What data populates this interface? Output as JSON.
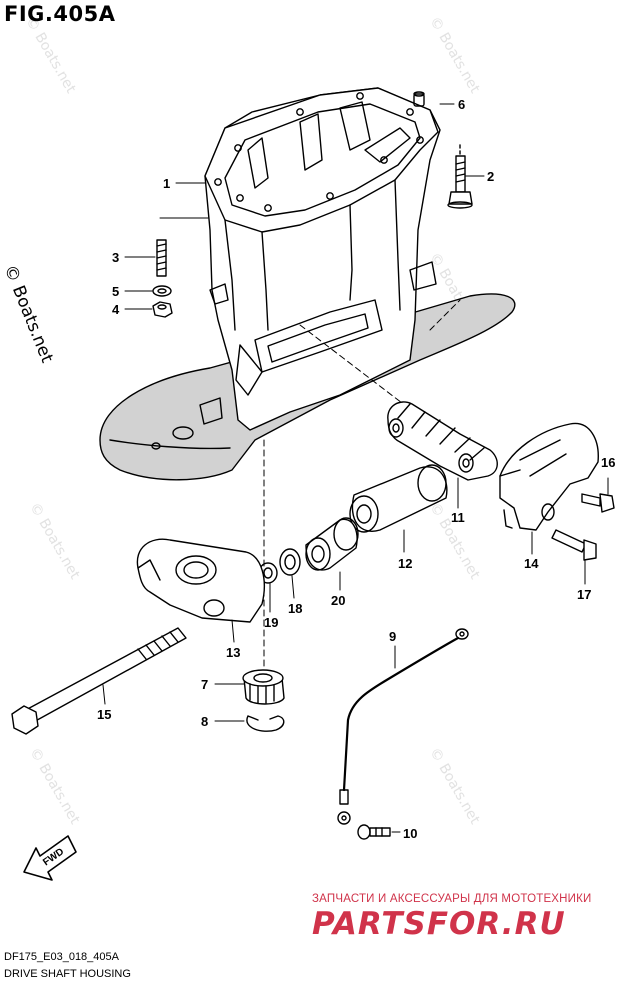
{
  "figure": {
    "title": "FIG.405A"
  },
  "watermark": {
    "text": "© Boats.net"
  },
  "callouts": [
    {
      "number": "1"
    },
    {
      "number": "2"
    },
    {
      "number": "3"
    },
    {
      "number": "4"
    },
    {
      "number": "5"
    },
    {
      "number": "6"
    },
    {
      "number": "7"
    },
    {
      "number": "8"
    },
    {
      "number": "9"
    },
    {
      "number": "10"
    },
    {
      "number": "11"
    },
    {
      "number": "12"
    },
    {
      "number": "13"
    },
    {
      "number": "14"
    },
    {
      "number": "15"
    },
    {
      "number": "16"
    },
    {
      "number": "17"
    },
    {
      "number": "18"
    },
    {
      "number": "19"
    },
    {
      "number": "20"
    }
  ],
  "direction_arrow": {
    "label": "FWD"
  },
  "footer": {
    "code": "DF175_E03_018_405A",
    "name": "DRIVE SHAFT HOUSING"
  },
  "advert": {
    "tagline": "ЗАПЧАСТИ И АКСЕССУАРЫ ДЛЯ МОТОТЕХНИКИ",
    "logo": "PARTSFOR.RU",
    "color": "#d0334a"
  }
}
